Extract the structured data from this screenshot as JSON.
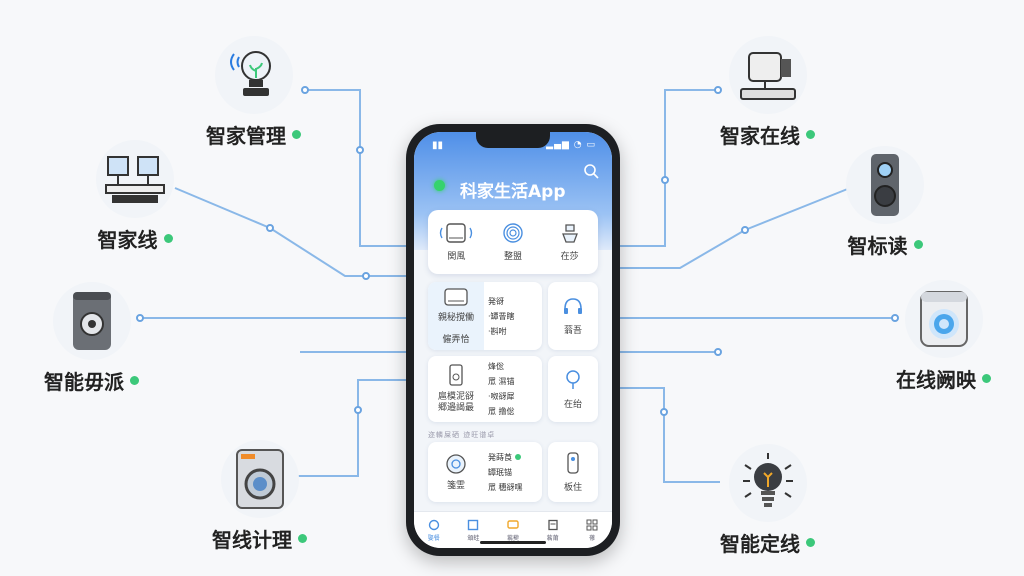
{
  "devices": {
    "left_top": {
      "label": "智家管理",
      "icon": "light-bulb-icon"
    },
    "left_mid": {
      "label": "智家线",
      "icon": "computer-icon"
    },
    "left_low": {
      "label": "智能毋派",
      "icon": "air-purifier-icon"
    },
    "left_bottom": {
      "label": "智线计理",
      "icon": "washing-machine-icon"
    },
    "right_top": {
      "label": "智家在线",
      "icon": "projector-icon"
    },
    "right_mid": {
      "label": "智标读",
      "icon": "speaker-icon"
    },
    "right_low": {
      "label": "在线阙映",
      "icon": "robot-vacuum-icon"
    },
    "right_bottom": {
      "label": "智能定线",
      "icon": "smart-bulb-icon"
    }
  },
  "phone": {
    "app_title": "科家生活App",
    "top_cards": [
      {
        "label": "関風",
        "icon": "router-icon"
      },
      {
        "label": "整盟",
        "icon": "fingerprint-icon"
      },
      {
        "label": "在莎",
        "icon": "sink-icon"
      }
    ],
    "tile1": {
      "left_label": "親秘撹働\n\n僱弄恰",
      "lines": [
        "発谺",
        "·罈罾瞎",
        "·斟咐"
      ]
    },
    "tile2": {
      "label": "蓊吾",
      "icon": "headset-icon"
    },
    "tile3": {
      "left_label": "扈模泥谺\n郷邉謁最",
      "lines": [
        "烽倊",
        "罛 濕锚",
        "·呶谺犀",
        "罛 撸倊"
      ]
    },
    "tile4": {
      "label": "在绐",
      "icon": "lamp-icon"
    },
    "divider": "迩轔屎硒  迹旺谱卓",
    "tile5": {
      "label": "箋霊",
      "lines": [
        "発蒔莨",
        "罈珉锚",
        "罛 穗谺嘿"
      ]
    },
    "tile6": {
      "label": "板住",
      "icon": "remote-icon"
    },
    "nav": [
      "娶餐",
      "頒蛙",
      "蓊葜",
      "蓊莆",
      "蓚"
    ]
  },
  "colors": {
    "accent": "#4a8fe0",
    "wire": "#8ab8e8",
    "status": "#3cc87a"
  }
}
